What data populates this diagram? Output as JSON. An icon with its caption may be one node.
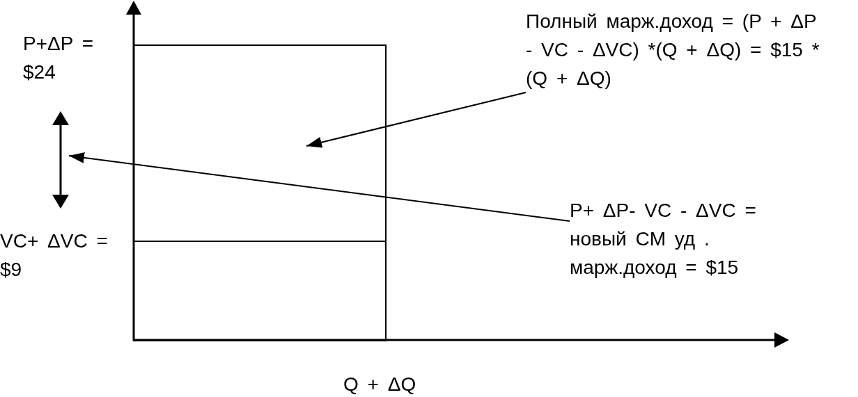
{
  "diagram": {
    "nodes": [
      {
        "text": [
          "Полный марж.доход = (P + ΔP - VC - ΔVC) *(Q + ΔQ) = $15 *(Q + ΔQ)"
        ]
      },
      {
        "text": [],
        "shape": "box"
      },
      {
        "text": [],
        "shape": "arrow"
      },
      {
        "text": [
          "P+ ΔP- VC - ΔVC = новый CM уд . марж.доход = $15"
        ]
      },
      {
        "text": [],
        "shape": "box"
      }
    ],
    "edges": [
      {
        "from": 0,
        "to": 1,
        "arrow": "to"
      },
      {
        "from": 3,
        "to": 2,
        "arrow": "to"
      }
    ],
    "labels": [
      "P+ΔP = $24",
      "VC+ ΔVC = $9",
      "Q + ΔQ"
    ]
  }
}
